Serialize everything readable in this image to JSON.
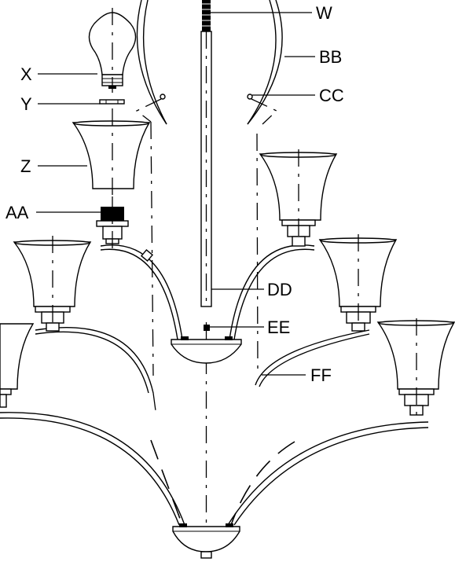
{
  "diagram": {
    "labels": {
      "W": "W",
      "X": "X",
      "Y": "Y",
      "Z": "Z",
      "AA": "AA",
      "BB": "BB",
      "CC": "CC",
      "DD": "DD",
      "EE": "EE",
      "FF": "FF"
    }
  }
}
